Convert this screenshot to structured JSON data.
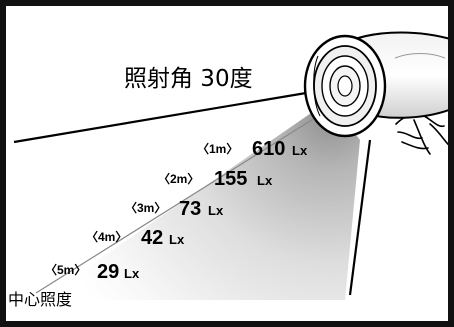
{
  "beam_angle": {
    "label": "照射角 30度"
  },
  "center_illuminance": {
    "label": "中心照度",
    "readings": [
      {
        "distance": "〈1m〉",
        "lux": "610",
        "unit": "Lx"
      },
      {
        "distance": "〈2m〉",
        "lux": "155",
        "unit": "Lx"
      },
      {
        "distance": "〈3m〉",
        "lux": "73",
        "unit": "Lx"
      },
      {
        "distance": "〈4m〉",
        "lux": "42",
        "unit": "Lx"
      },
      {
        "distance": "〈5m〉",
        "lux": "29",
        "unit": "Lx"
      }
    ]
  },
  "colors": {
    "frame": "#111111",
    "beam_shade": "#c8c8c8",
    "background": "#ffffff"
  },
  "icons": {
    "flashlight": "flashlight-icon",
    "hand": "hand-icon"
  }
}
